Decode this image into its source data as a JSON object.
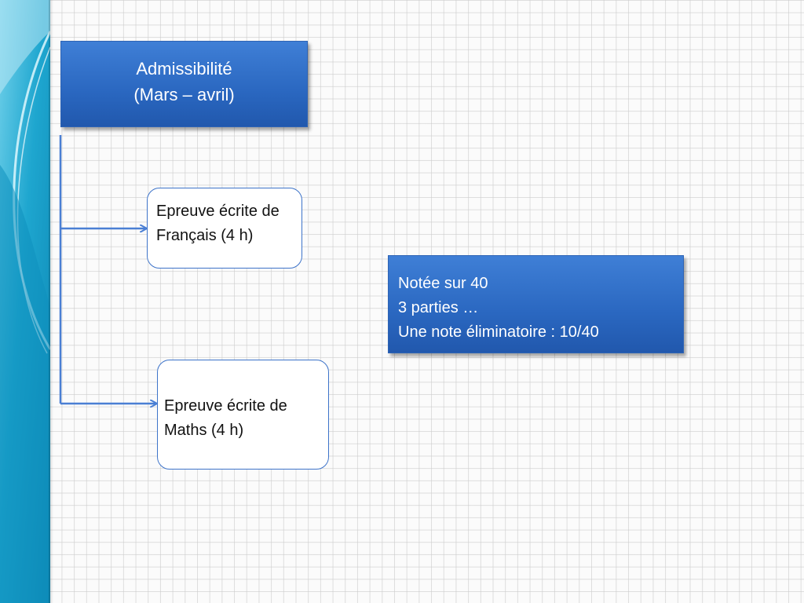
{
  "colors": {
    "box_fill": "#2a67c0",
    "box_text": "#ffffff",
    "connector": "#4a7fd4",
    "sidebar": "#1a9fc7",
    "grid_background": "#fbfbfb"
  },
  "diagram": {
    "title_box": {
      "line1": "Admissibilité",
      "line2": "(Mars – avril)"
    },
    "epreuve_francais": {
      "line1": "Epreuve écrite de",
      "line2": "Français (4 h)"
    },
    "epreuve_maths": {
      "line1": "Epreuve écrite de",
      "line2": "Maths (4 h)"
    },
    "note_box": {
      "line1": "Notée sur 40",
      "line2": "3 parties …",
      "line3": "Une note éliminatoire : 10/40"
    }
  }
}
